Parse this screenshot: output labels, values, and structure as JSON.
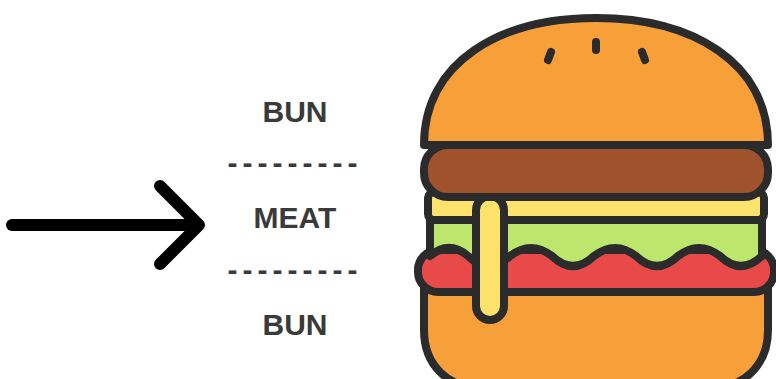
{
  "diagram": {
    "labels": [
      "BUN",
      "---------",
      "MEAT",
      "---------",
      "BUN"
    ]
  }
}
